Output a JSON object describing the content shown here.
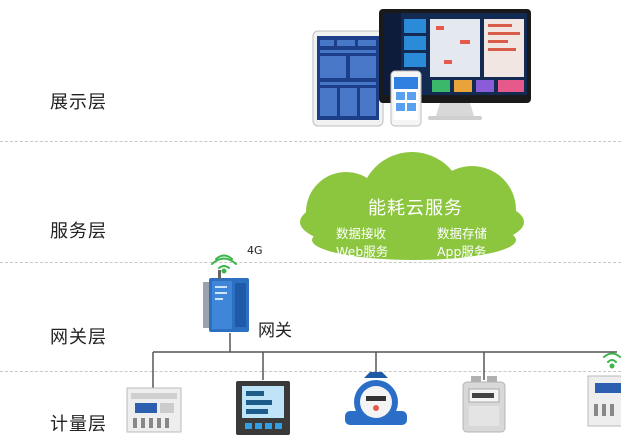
{
  "layers": {
    "display": "展示层",
    "service": "服务层",
    "gateway": "网关层",
    "metering": "计量层"
  },
  "cloud": {
    "title": "能耗云服务",
    "items": [
      "数据接收",
      "数据存储",
      "Web服务",
      "App服务"
    ]
  },
  "gateway": {
    "signal": "4G",
    "label": "网关"
  },
  "colors": {
    "cloud": "#8cc63f",
    "wifi": "#3cb54a",
    "line": "#555555",
    "separator": "#c8c8c8"
  }
}
